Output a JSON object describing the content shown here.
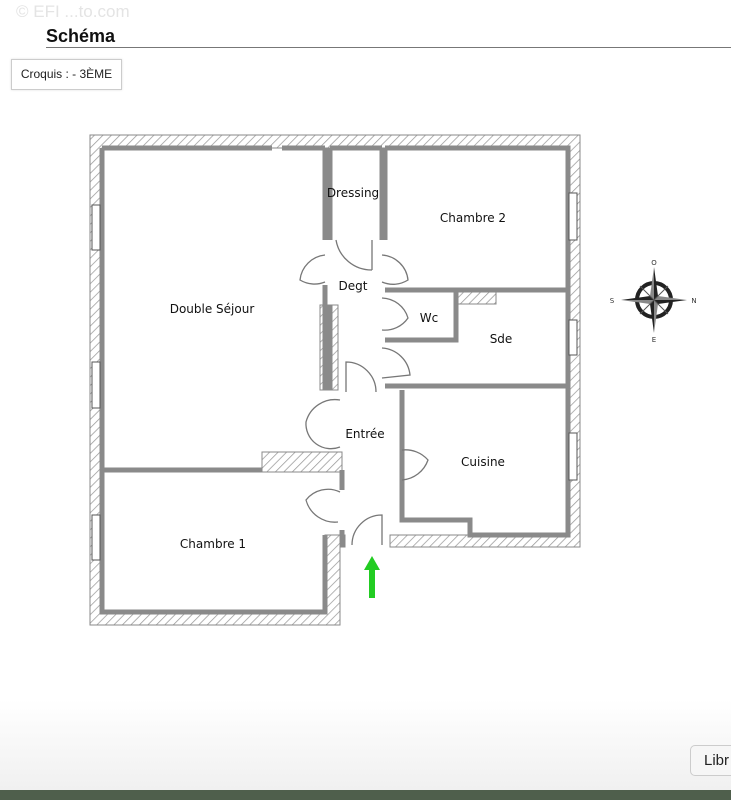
{
  "watermark": "© EFI ...to.com",
  "header": {
    "title": "Schéma"
  },
  "croquis": {
    "label": "Croquis :  - 3ÈME"
  },
  "plan": {
    "rooms": {
      "double_sejour": "Double Séjour",
      "dressing": "Dressing",
      "chambre2": "Chambre 2",
      "degt": "Degt",
      "wc": "Wc",
      "sde": "Sde",
      "entree": "Entrée",
      "cuisine": "Cuisine",
      "chambre1": "Chambre 1"
    },
    "compass": {
      "top": "O",
      "right": "N",
      "left": "S",
      "bottom": "E"
    },
    "entrance_arrow_color": "#22cc22",
    "wall_color": "#8a8a8a"
  },
  "footer": {
    "button_label": "Libr"
  }
}
